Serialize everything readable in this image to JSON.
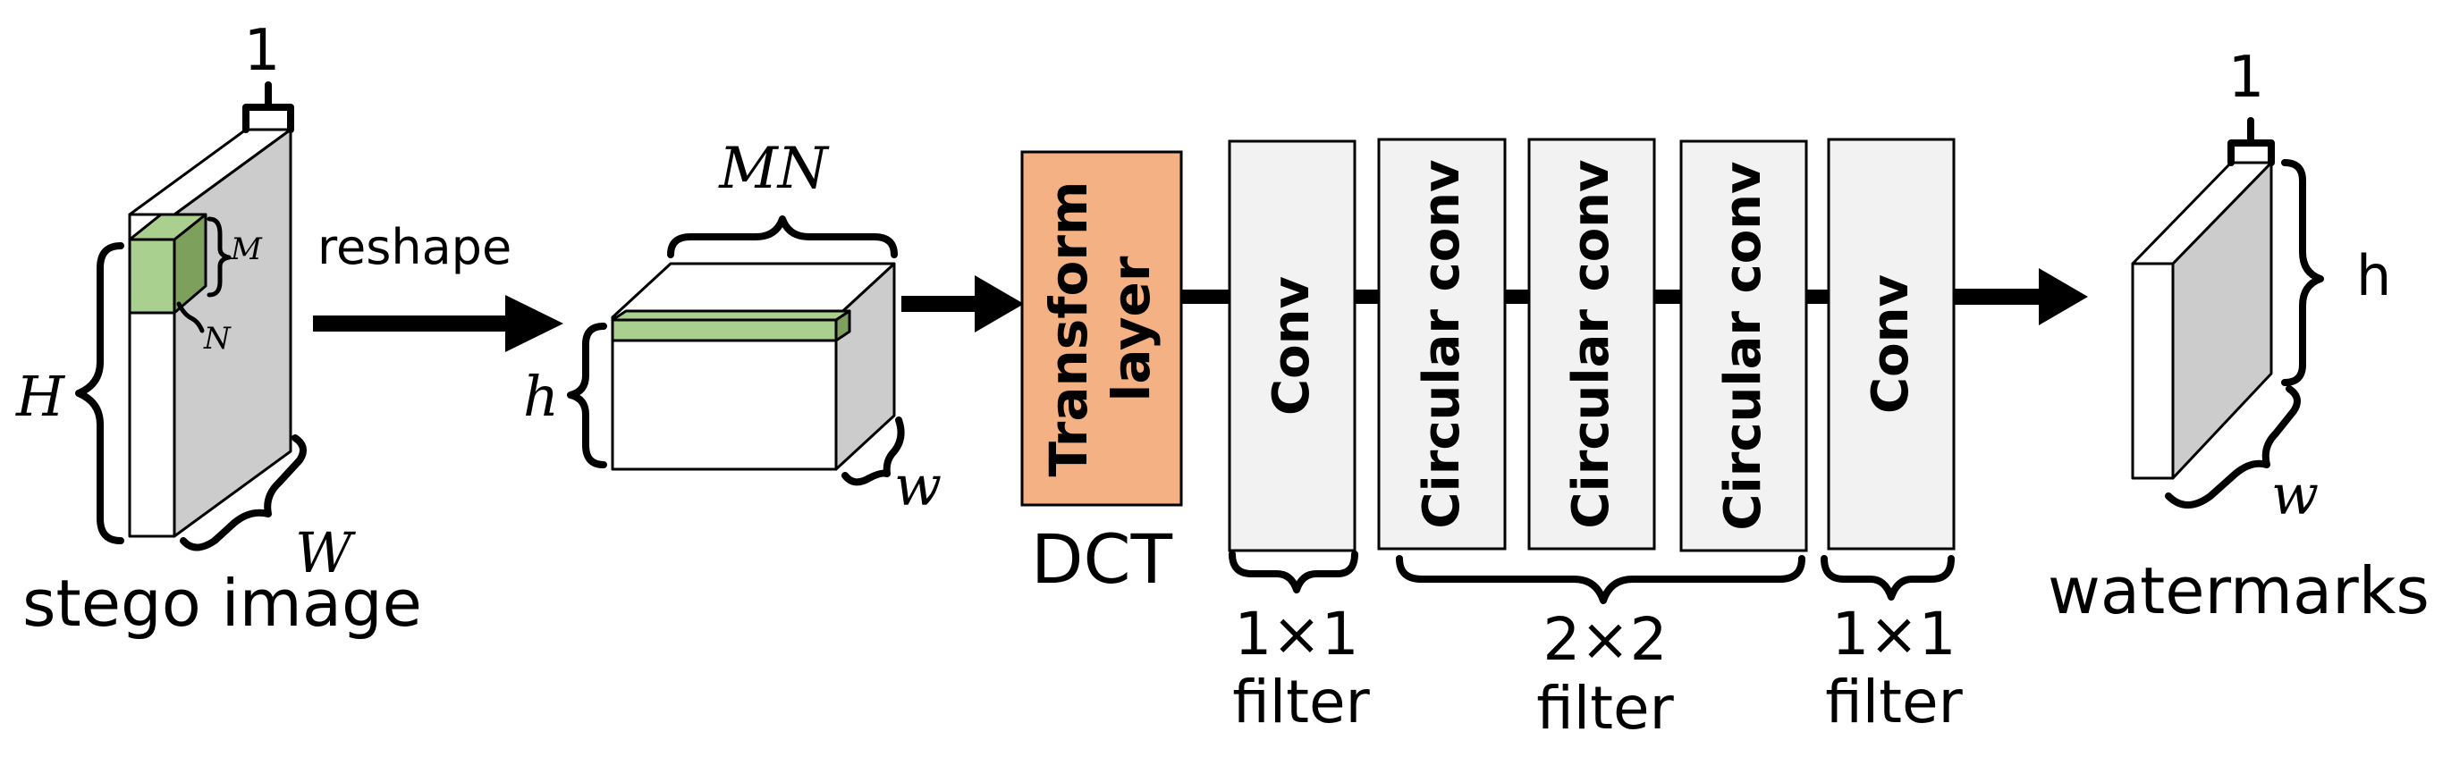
{
  "colors": {
    "background": "#ffffff",
    "face_front": "#ffffff",
    "face_side": "#cccccc",
    "face_top": "#ffffff",
    "highlight_front": "#a9d08e",
    "highlight_side": "#7da05c",
    "transform_fill": "#f4b183",
    "layer_fill": "#f2f2f2",
    "arrow": "#000000"
  },
  "input": {
    "one_label": "1",
    "m_label": "M",
    "n_label": "N",
    "H_label": "H",
    "W_label": "W",
    "caption": "stego image"
  },
  "reshape": {
    "label": "reshape",
    "MN_label": "MN",
    "h_label": "h",
    "w_label": "w"
  },
  "network": {
    "transform_label_line1": "Transform",
    "transform_label_line2": "layer",
    "dct_caption": "DCT",
    "layers": [
      {
        "label": "Conv"
      },
      {
        "label": "Circular conv"
      },
      {
        "label": "Circular conv"
      },
      {
        "label": "Circular conv"
      },
      {
        "label": "Conv"
      }
    ],
    "filters": [
      {
        "size": "1×1",
        "word": "filter"
      },
      {
        "size": "2×2",
        "word": "filter"
      },
      {
        "size": "1×1",
        "word": "filter"
      }
    ]
  },
  "output": {
    "one_label": "1",
    "h_label": "h",
    "w_label": "w",
    "caption": "watermarks"
  }
}
